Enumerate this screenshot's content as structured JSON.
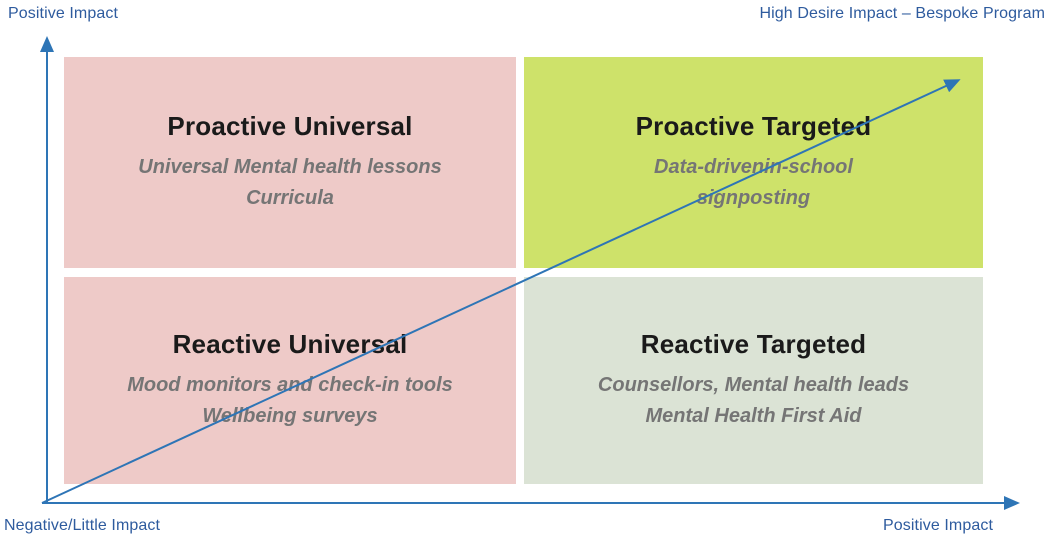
{
  "labels": {
    "y_axis_top": "Positive Impact",
    "diagonal": "High Desire Impact – Bespoke Program",
    "origin": "Negative/Little Impact",
    "x_axis_right": "Positive Impact"
  },
  "colors": {
    "axis_blue": "#2e75b6",
    "label_blue": "#2e5b9e",
    "quadrant_pink": "#eecac8",
    "quadrant_lime": "#cee26a",
    "quadrant_sage": "#dbe3d5",
    "title_black": "#1a1a1a",
    "subtitle_gray": "#757575"
  },
  "quadrants": [
    {
      "title": "Proactive Universal",
      "lines": [
        "Universal Mental health lessons",
        "Curricula"
      ],
      "bg": "#eecac8"
    },
    {
      "title": "Proactive Targeted",
      "lines": [
        "Data-drivenin-school",
        "signposting"
      ],
      "bg": "#cee26a"
    },
    {
      "title": "Reactive Universal",
      "lines": [
        "Mood monitors and check-in tools",
        "Wellbeing surveys"
      ],
      "bg": "#eecac8"
    },
    {
      "title": "Reactive Targeted",
      "lines": [
        "Counsellors, Mental health leads",
        "Mental Health First Aid"
      ],
      "bg": "#dbe3d5"
    }
  ]
}
